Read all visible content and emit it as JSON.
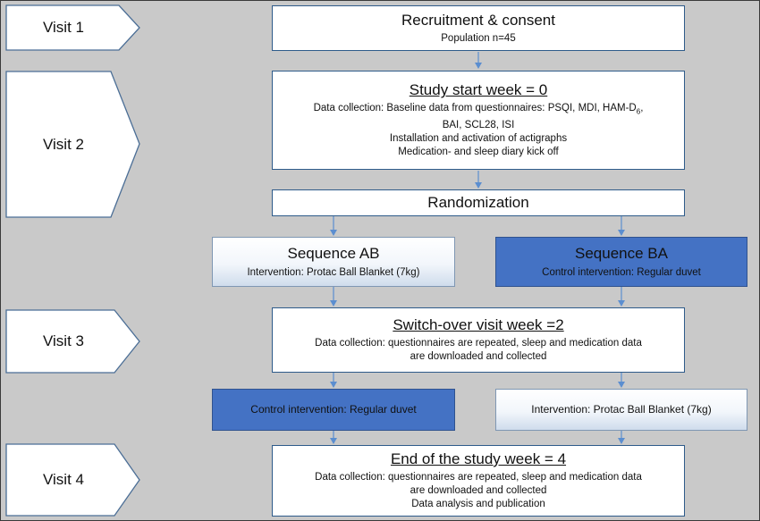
{
  "colors": {
    "background": "#c9c9c9",
    "arrow": "#5b8ed0",
    "dark_box": "#4472c4",
    "box_border": "#2e5b8a"
  },
  "visits": [
    "Visit 1",
    "Visit 2",
    "Visit 3",
    "Visit 4"
  ],
  "recruitment": {
    "title": "Recruitment & consent",
    "population": "Population n=45"
  },
  "study_start": {
    "title": "Study start week = 0",
    "line1": "Data collection: Baseline data from questionnaires: PSQI, MDI, HAM-D",
    "line1_sub": "6",
    "line1_end": ",",
    "line2": "BAI, SCL28, ISI",
    "line3": "Installation and activation of actigraphs",
    "line4": "Medication- and sleep diary kick off"
  },
  "randomization": {
    "title": "Randomization"
  },
  "sequence_ab": {
    "title": "Sequence AB",
    "intervention": "Intervention: Protac Ball Blanket (7kg)"
  },
  "sequence_ba": {
    "title": "Sequence BA",
    "intervention": "Control intervention: Regular duvet"
  },
  "switch_over": {
    "title": "Switch-over visit week =2",
    "line1": "Data collection: questionnaires are repeated, sleep and medication data",
    "line2": "are downloaded and collected"
  },
  "period2": {
    "left": "Control intervention: Regular duvet",
    "right": "Intervention: Protac Ball Blanket (7kg)"
  },
  "end_study": {
    "title": "End of the study week = 4",
    "line1": "Data collection: questionnaires are repeated, sleep and medication data",
    "line2": "are downloaded and collected",
    "line3": "Data analysis and publication"
  }
}
